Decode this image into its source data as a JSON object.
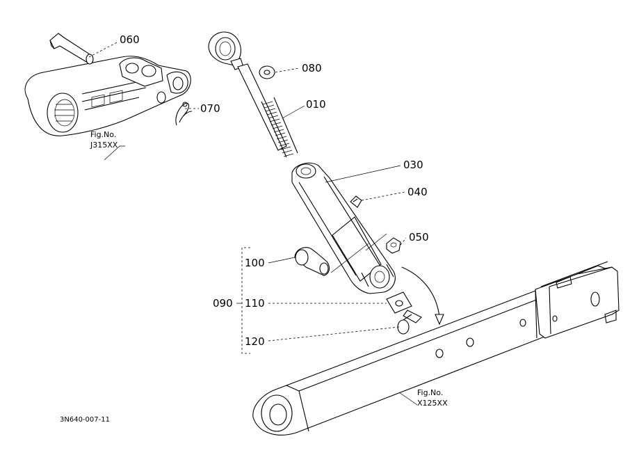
{
  "parts": [
    {
      "id": "p060",
      "label": "060"
    },
    {
      "id": "p080",
      "label": "080"
    },
    {
      "id": "p010",
      "label": "010"
    },
    {
      "id": "p070",
      "label": "070"
    },
    {
      "id": "p030",
      "label": "030"
    },
    {
      "id": "p040",
      "label": "040"
    },
    {
      "id": "p050",
      "label": "050"
    },
    {
      "id": "p100",
      "label": "100"
    },
    {
      "id": "p090",
      "label": "090"
    },
    {
      "id": "p110",
      "label": "110"
    },
    {
      "id": "p120",
      "label": "120"
    }
  ],
  "fig_refs": [
    {
      "line1": "Fig.No.",
      "line2": "J315XX"
    },
    {
      "line1": "Fig.No.",
      "line2": "X125XX"
    }
  ],
  "doc_id": "3N640-007-11"
}
